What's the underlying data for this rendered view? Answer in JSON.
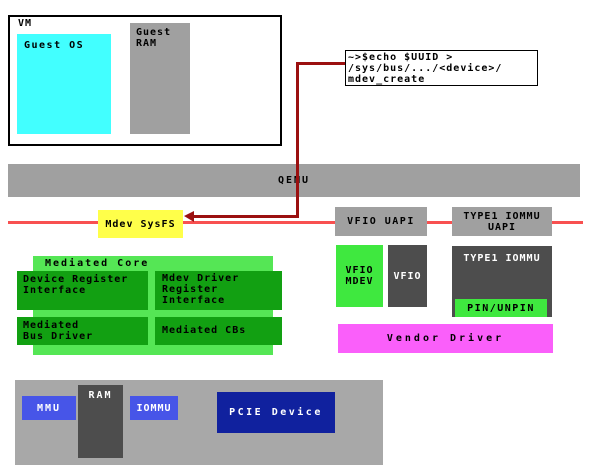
{
  "colors": {
    "gray": "#A0A0A0",
    "gray_light": "#A8A8A8",
    "dark_gray": "#4D4D4D",
    "cyan": "#42FFFF",
    "yellow": "#FFFF4A",
    "green_container": "#55E655",
    "green_bright": "#3FE83F",
    "green_dark": "#12A012",
    "magenta": "#FA5FFA",
    "blue": "#4755E8",
    "navy": "#10219E",
    "red_divider": "#F85050",
    "dark_red_arrow": "#9B1010"
  },
  "vm": {
    "title": "VM",
    "guest_os": "Guest OS",
    "guest_ram": "Guest\nRAM"
  },
  "command_box": {
    "text": "~>$echo $UUID >\n/sys/bus/.../<device>/\nmdev_create"
  },
  "qemu": {
    "label": "QEMU"
  },
  "uapi_row": {
    "mdev_sysfs": "Mdev SysFS",
    "vfio_uapi": "VFIO UAPI",
    "type1_iommu_uapi": "TYPE1 IOMMU\nUAPI"
  },
  "mediated_core": {
    "title": "Mediated Core",
    "device_register_interface": "Device Register\nInterface",
    "mdev_driver_register_interface": "Mdev Driver\nRegister\nInterface",
    "mediated_bus_driver": "Mediated\nBus Driver",
    "mediated_cbs": "Mediated CBs"
  },
  "vfio_stack": {
    "vfio_mdev": "VFIO\nMDEV",
    "vfio": "VFIO",
    "type1_iommu": "TYPE1 IOMMU",
    "pin_unpin": "PIN/UNPIN",
    "vendor_driver": "Vendor Driver"
  },
  "hardware": {
    "mmu": "MMU",
    "ram": "RAM",
    "iommu": "IOMMU",
    "pcie_device": "PCIE Device"
  }
}
